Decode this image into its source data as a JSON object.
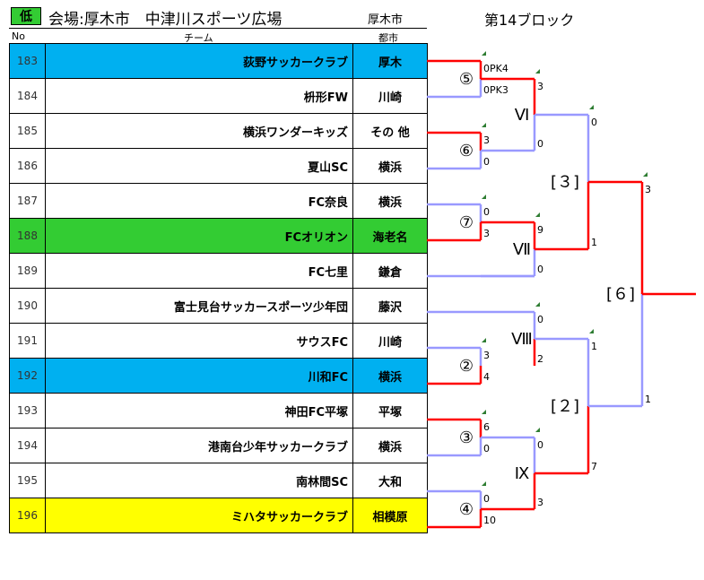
{
  "header": {
    "level_badge": "低",
    "venue_title": "会場:厚木市　中津川スポーツ広場",
    "city_heading": "厚木市",
    "block_title": "第14ブロック",
    "col_no": "No",
    "col_team": "チーム",
    "col_city": "都市"
  },
  "colors": {
    "blue": "#00b0f0",
    "green": "#33cc33",
    "yellow": "#ffff00",
    "win": "#ff0000",
    "loss": "#9999ff"
  },
  "teams": [
    {
      "no": "183",
      "name": "荻野サッカークラブ",
      "city": "厚木",
      "bg": "#00b0f0"
    },
    {
      "no": "184",
      "name": "枡形FW",
      "city": "川崎",
      "bg": "#ffffff"
    },
    {
      "no": "185",
      "name": "横浜ワンダーキッズ",
      "city": "その 他",
      "bg": "#ffffff"
    },
    {
      "no": "186",
      "name": "夏山SC",
      "city": "横浜",
      "bg": "#ffffff"
    },
    {
      "no": "187",
      "name": "FC奈良",
      "city": "横浜",
      "bg": "#ffffff"
    },
    {
      "no": "188",
      "name": "FCオリオン",
      "city": "海老名",
      "bg": "#33cc33"
    },
    {
      "no": "189",
      "name": "FC七里",
      "city": "鎌倉",
      "bg": "#ffffff"
    },
    {
      "no": "190",
      "name": "富士見台サッカースポーツ少年団",
      "city": "藤沢",
      "bg": "#ffffff"
    },
    {
      "no": "191",
      "name": "サウスFC",
      "city": "川崎",
      "bg": "#ffffff"
    },
    {
      "no": "192",
      "name": "川和FC",
      "city": "横浜",
      "bg": "#00b0f0"
    },
    {
      "no": "193",
      "name": "神田FC平塚",
      "city": "平塚",
      "bg": "#ffffff"
    },
    {
      "no": "194",
      "name": "港南台少年サッカークラブ",
      "city": "横浜",
      "bg": "#ffffff"
    },
    {
      "no": "195",
      "name": "南林間SC",
      "city": "大和",
      "bg": "#ffffff"
    },
    {
      "no": "196",
      "name": "ミハタサッカークラブ",
      "city": "相模原",
      "bg": "#ffff00"
    }
  ],
  "matches": {
    "m5": {
      "label": "⑤",
      "score_top": "0PK4",
      "score_bottom": "0PK3"
    },
    "m6": {
      "label": "⑥",
      "score_top": "3",
      "score_bottom": "0"
    },
    "m7": {
      "label": "⑦",
      "score_top": "0",
      "score_bottom": "3"
    },
    "m2": {
      "label": "②",
      "score_top": "3",
      "score_bottom": "4"
    },
    "m3": {
      "label": "③",
      "score_top": "6",
      "score_bottom": "0"
    },
    "m4": {
      "label": "④",
      "score_top": "0",
      "score_bottom": "10"
    },
    "mVI": {
      "label": "Ⅵ",
      "score_top": "3",
      "score_bottom": "0"
    },
    "mVII": {
      "label": "Ⅶ",
      "score_top": "9",
      "score_bottom": "0"
    },
    "mVIII": {
      "label": "Ⅷ",
      "score_top": "0",
      "score_bottom": "2"
    },
    "mIX": {
      "label": "Ⅸ",
      "score_top": "0",
      "score_bottom": "3"
    },
    "s3": {
      "label": "[３]",
      "score_top": "0",
      "score_bottom": "1"
    },
    "s2": {
      "label": "[２]",
      "score_top": "1",
      "score_bottom": "7"
    },
    "f6": {
      "label": "[６]",
      "score_top": "3",
      "score_bottom": "1"
    }
  }
}
